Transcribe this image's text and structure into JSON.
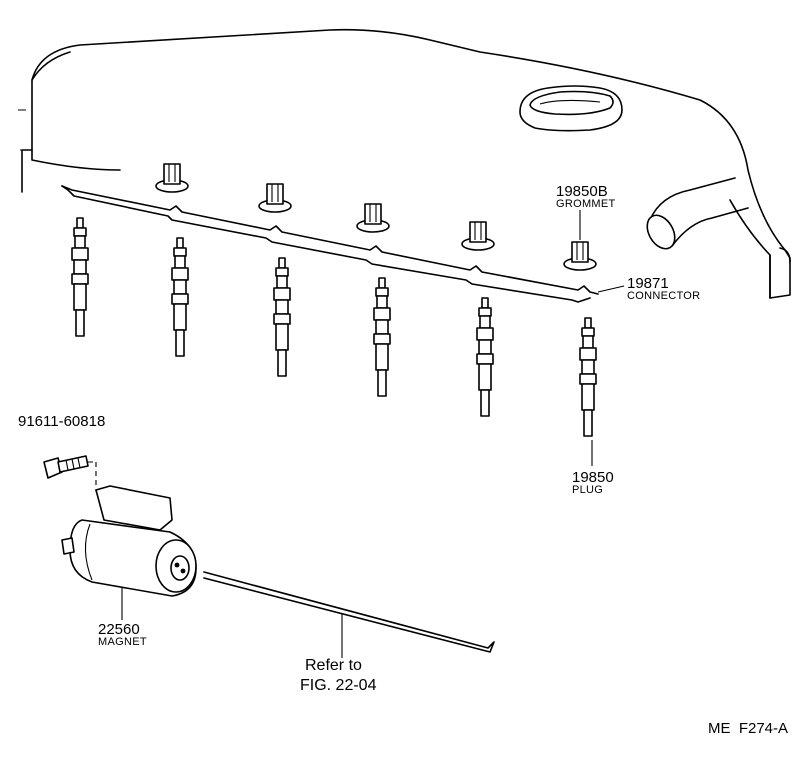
{
  "parts": {
    "grommet": {
      "number": "19850B",
      "name": "GROMMET"
    },
    "connector": {
      "number": "19871",
      "name": "CONNECTOR"
    },
    "plug": {
      "number": "19850",
      "name": "PLUG"
    },
    "bolt": {
      "number": "91611-60818"
    },
    "magnet": {
      "number": "22560",
      "name": "MAGNET"
    }
  },
  "reference": {
    "line1": "Refer to",
    "line2": "FIG. 22-04"
  },
  "figure_code": "ME  F274-A"
}
